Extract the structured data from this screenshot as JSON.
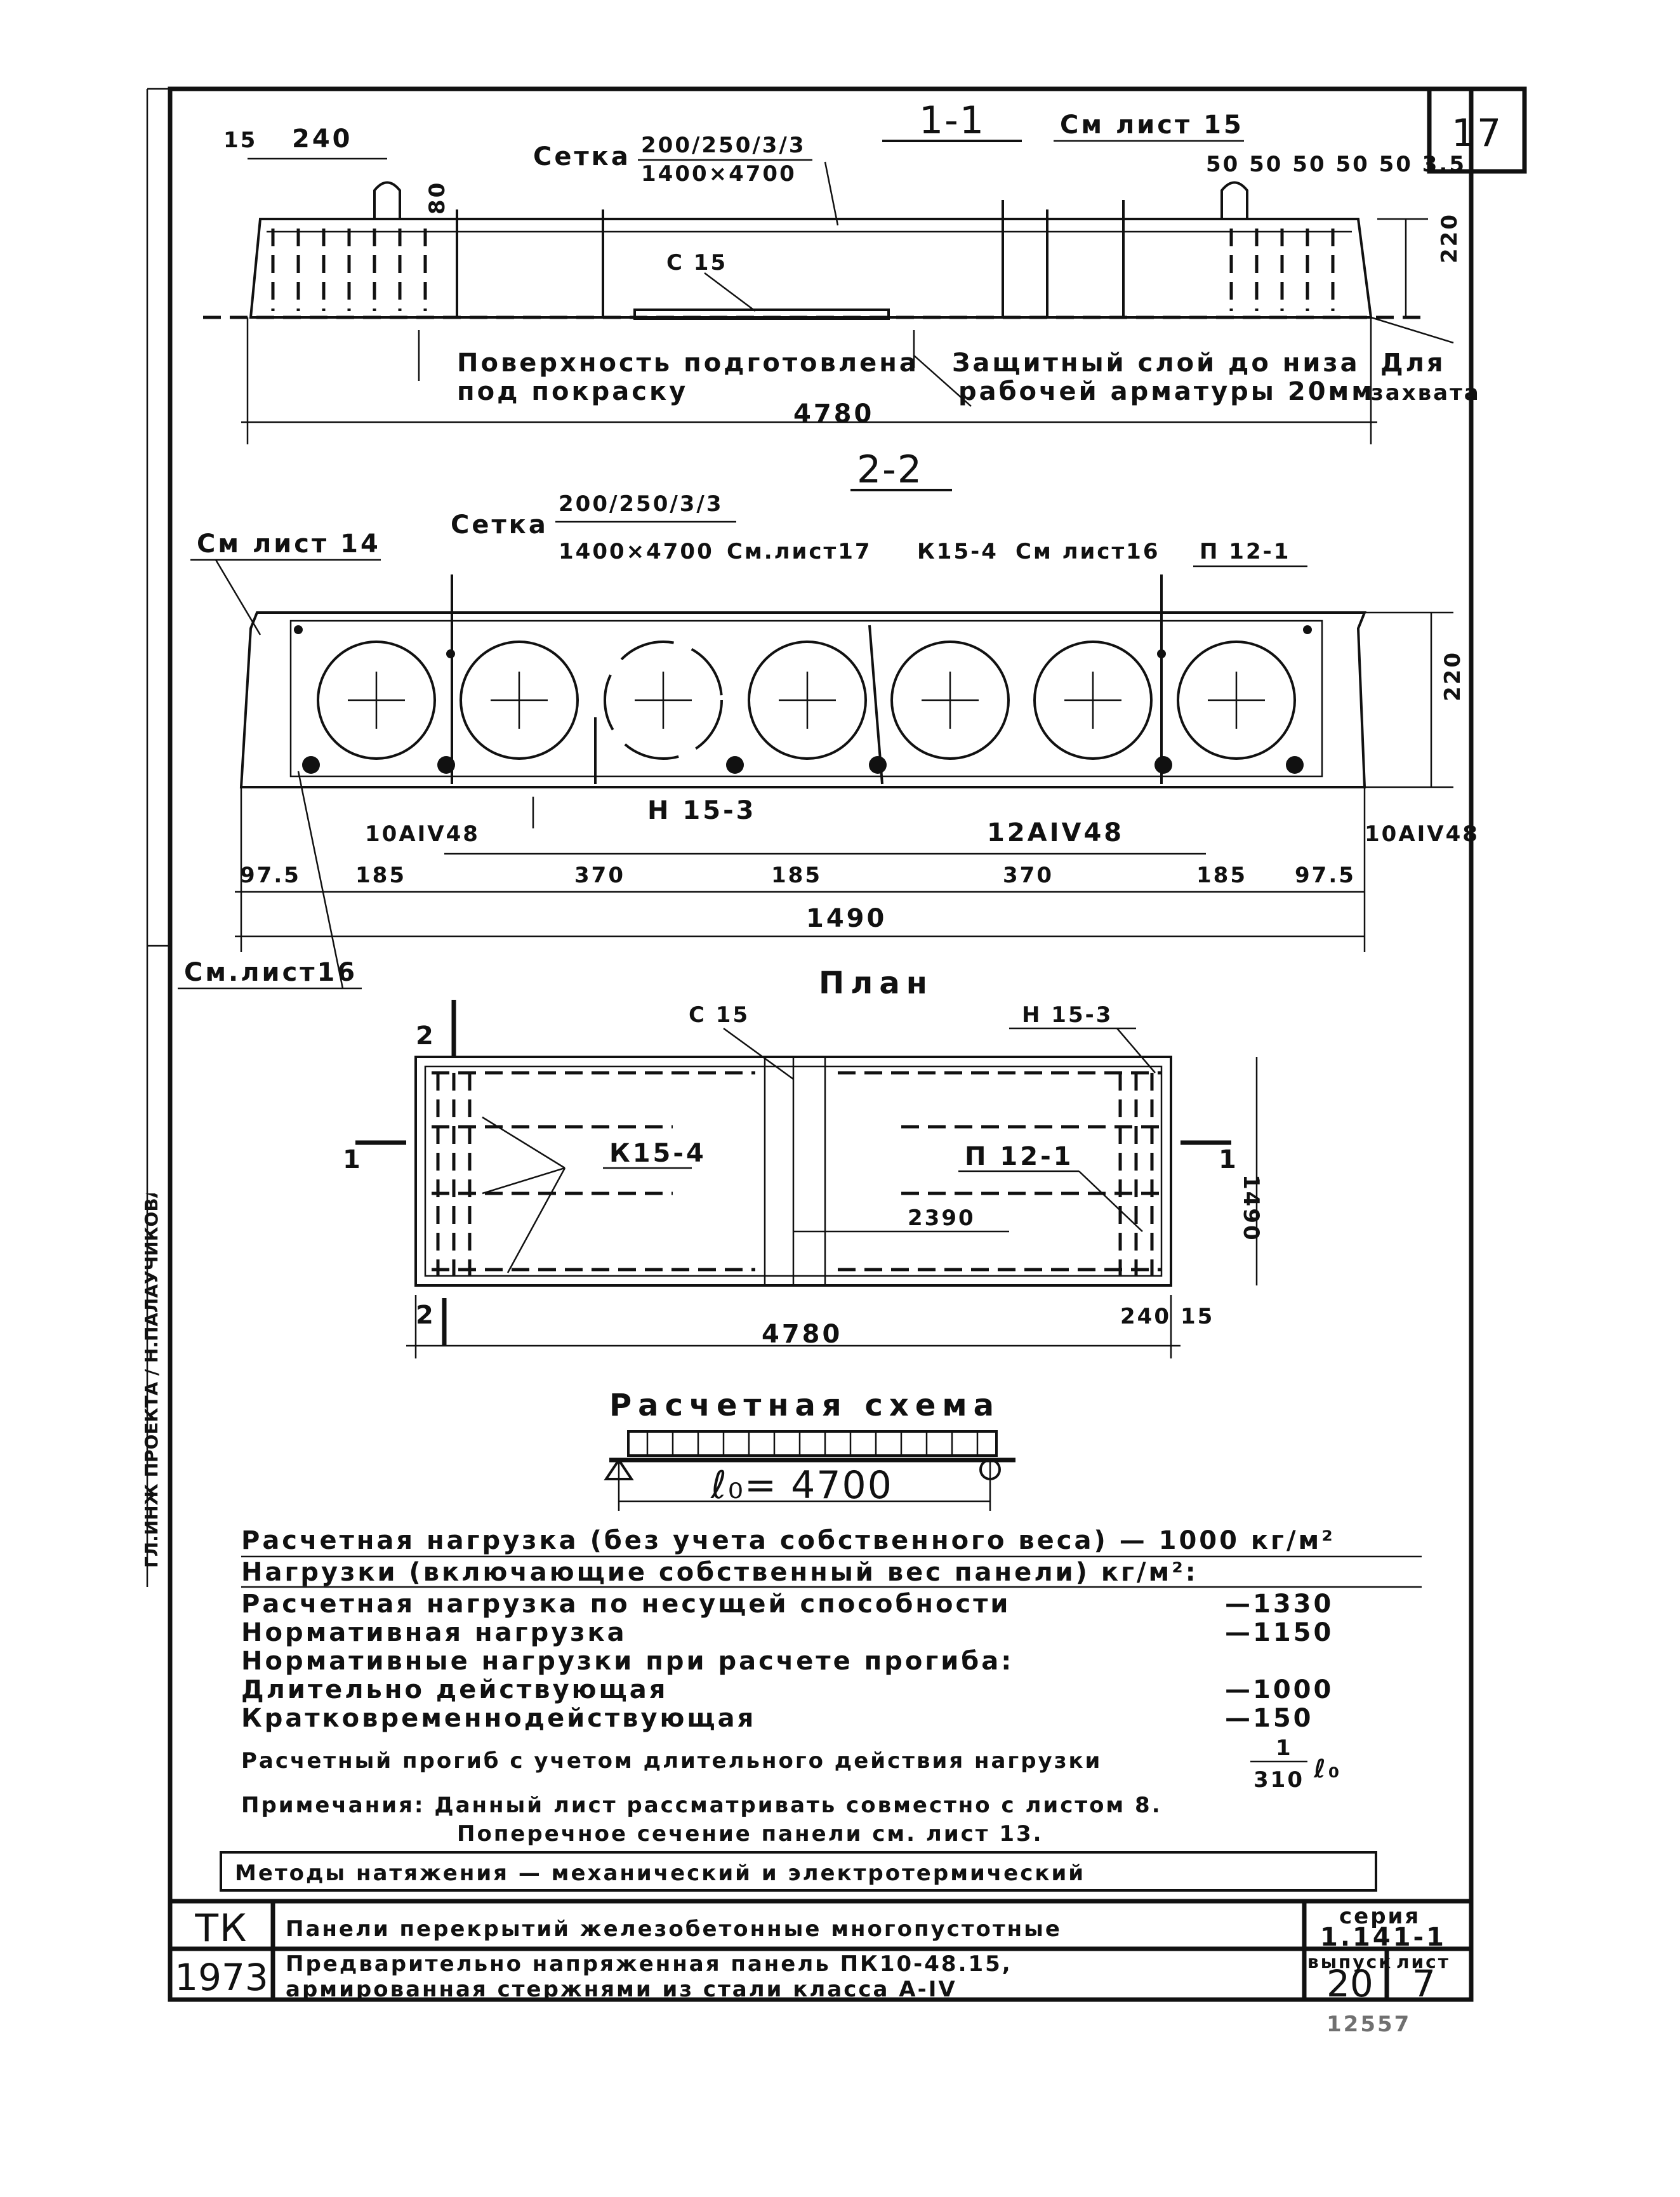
{
  "sheet_number": "17",
  "sections": {
    "s11": {
      "title": "1-1",
      "dims": {
        "left_edge": "15",
        "left_zone": "240",
        "loop_height": "80",
        "height": "220",
        "length": "4780",
        "right_spacing": "50 50 50 50 50 3.5"
      },
      "labels": {
        "mesh": "Сетка",
        "mesh_spec_top": "200/250/3/3",
        "mesh_spec_bottom": "1400×4700",
        "ref": "См лист 15",
        "frame": "С 15",
        "surface_1": "Поверхность подготовлена",
        "surface_2": "под покраску",
        "cover_1": "Защитный слой до низа",
        "cover_2": "рабочей арматуры 20мм",
        "grip_1": "Для",
        "grip_2": "захвата"
      }
    },
    "s22": {
      "title": "2-2",
      "labels": {
        "mesh": "Сетка",
        "mesh_spec_top": "200/250/3/3",
        "mesh_spec_bottom": "1400×4700",
        "ref14": "См лист 14",
        "ref17": "См.лист17",
        "k154": "К15-4",
        "ref16": "См лист16",
        "p121": "П 12-1",
        "n153": "Н 15-3",
        "bars_left": "10АIV48",
        "bars_mid": "12АIV48",
        "bars_right": "10АIV48",
        "ref16b": "См.лист16"
      },
      "dims": {
        "height": "220",
        "d1": "97.5",
        "d2": "185",
        "d3": "370",
        "d4": "185",
        "d5": "370",
        "d6": "185",
        "d7": "97.5",
        "total": "1490"
      }
    },
    "plan": {
      "title": "План",
      "labels": {
        "c15": "С 15",
        "n153": "Н 15-3",
        "k154": "К15-4",
        "p121": "П 12-1",
        "cut2": "2",
        "cut1": "1"
      },
      "dims": {
        "width": "1490",
        "mid": "2390",
        "end": "240",
        "edge": "15",
        "length": "4780"
      }
    },
    "scheme": {
      "title": "Расчетная схема",
      "span": "ℓ₀= 4700"
    }
  },
  "notes": {
    "design_load": "Расчетная нагрузка (без учета собственного веса) — 1000 кг/м²",
    "loads_heading": "Нагрузки (включающие собственный вес панели) кг/м²:",
    "rows": [
      {
        "label": "Расчетная нагрузка по несущей способности",
        "value": "—1330"
      },
      {
        "label": "Нормативная нагрузка",
        "value": "—1150"
      },
      {
        "label": "Нормативные нагрузки при расчете прогиба:",
        "value": ""
      },
      {
        "label": "Длительно действующая",
        "value": "—1000"
      },
      {
        "label": "Кратковременнодействующая",
        "value": "—150"
      }
    ],
    "deflection": "Расчетный прогиб с учетом длительного действия нагрузки",
    "deflection_num": "1",
    "deflection_den": "310",
    "deflection_sym": "ℓ₀",
    "note_1": "Примечания: Данный лист рассматривать совместно с листом 8.",
    "note_2": "Поперечное сечение панели см. лист 13.",
    "methods": "Методы натяжения — механический и электротермический"
  },
  "title_block": {
    "org": "ТК",
    "year": "1973",
    "title_1": "Панели перекрытий железобетонные многопустотные",
    "title_2": "Предварительно напряженная панель ПК10-48.15,",
    "title_3": "армированная стержнями из стали класса А-IV",
    "series_label": "серия",
    "series": "1.141-1",
    "issue_label": "выпуск",
    "issue": "20",
    "sheet_label": "лист",
    "sheet": "7",
    "bottom_fragment": "12557"
  },
  "stamp": "ГЛ.ИНЖ ПРОЕКТА / Н.ПАЛАУЧИКОВА"
}
